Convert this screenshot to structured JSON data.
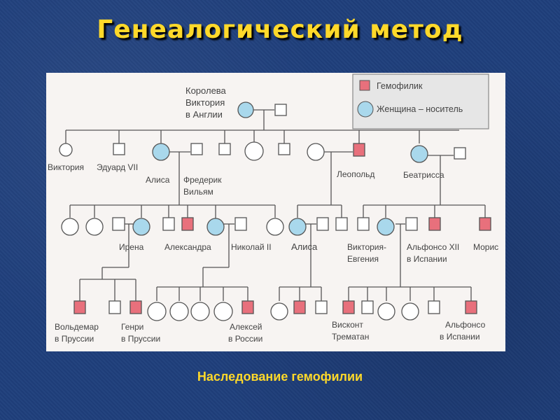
{
  "title": "Генеалогический метод",
  "caption": "Наследование гемофилии",
  "legend": {
    "hemophiliac": "Гемофилик",
    "carrier": "Женщина – носитель"
  },
  "colors": {
    "hemophiliac": "#e8707c",
    "carrier": "#a9d8ec",
    "accent": "#ffd92a"
  },
  "labels": {
    "victoria_queen_l1": "Королева",
    "victoria_queen_l2": "Виктория",
    "victoria_queen_l3": "в Англии",
    "viktoria": "Виктория",
    "edward": "Эдуард VII",
    "alisa1": "Алиса",
    "frederick_l1": "Фредерик",
    "frederick_l2": "Вильям",
    "leopold": "Леопольд",
    "beatrissa": "Беатрисса",
    "irena": "Ирена",
    "aleksandra": "Александра",
    "nikolai": "Николай II",
    "alisa2": "Алиса",
    "vikt_evg_l1": "Виктория-",
    "vikt_evg_l2": "Евгения",
    "alfonso12_l1": "Альфонсо XII",
    "alfonso12_l2": "в Испании",
    "moris": "Морис",
    "voldemar_l1": "Вольдемар",
    "voldemar_l2": "в Пруссии",
    "genri_l1": "Генри",
    "genri_l2": "в Пруссии",
    "aleksei_l1": "Алексей",
    "aleksei_l2": "в России",
    "viscount_l1": "Висконт",
    "viscount_l2": "Трематан",
    "alfonso_l1": "Альфонсо",
    "alfonso_l2": "в Испании"
  }
}
